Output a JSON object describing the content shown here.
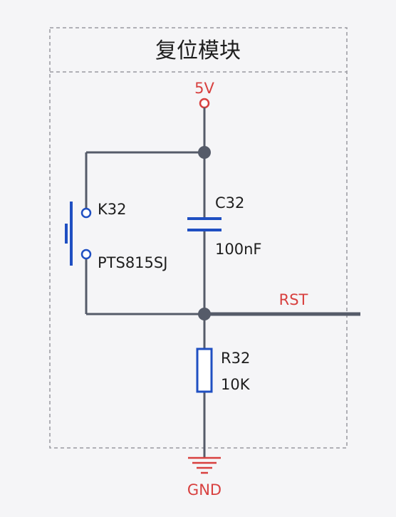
{
  "title": "复位模块",
  "colors": {
    "wire": "#555b69",
    "component": "#1f4fc2",
    "power": "#d8403f",
    "border": "#9a9aa0",
    "text": "#1e1e1e"
  },
  "nets": {
    "vcc_label": "5V",
    "reset_label": "RST",
    "ground_label": "GND"
  },
  "components": {
    "button": {
      "ref": "K32",
      "part": "PTS815SJ"
    },
    "capacitor": {
      "ref": "C32",
      "value": "100nF"
    },
    "resistor": {
      "ref": "R32",
      "value": "10K"
    }
  },
  "icons": {
    "ground": "ground-symbol-icon",
    "junction": "junction-dot-icon",
    "terminal": "terminal-circle-icon"
  }
}
